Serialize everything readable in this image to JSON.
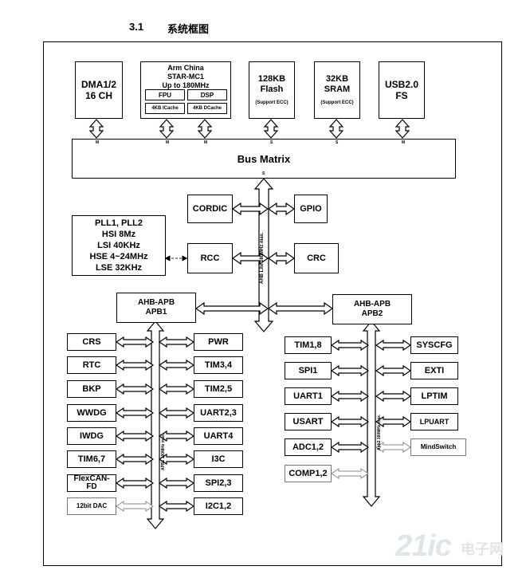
{
  "section": {
    "number": "3.1",
    "title": "系统框图"
  },
  "top_blocks": {
    "dma": "DMA1/2\n16 CH",
    "cpu": {
      "line1": "Arm China",
      "line2": "STAR-MC1",
      "line3": "Up to 180MHz",
      "fpu": "FPU",
      "dsp": "DSP",
      "icache": "4KB ICache",
      "dcache": "4KB DCache"
    },
    "flash": {
      "main": "128KB\nFlash",
      "note": "(Support ECC)"
    },
    "sram": {
      "main": "32KB\nSRAM",
      "note": "(Support ECC)"
    },
    "usb": "USB2.0\nFS"
  },
  "bus_matrix": {
    "label": "Bus Matrix",
    "port_m": "M",
    "port_s": "S"
  },
  "clock": {
    "lines": [
      "PLL1, PLL2",
      "HSI 8Mz",
      "LSI 40KHz",
      "HSE 4~24MHz",
      "LSE 32KHz"
    ]
  },
  "ahb": {
    "cordic": "CORDIC",
    "gpio": "GPIO",
    "rcc": "RCC",
    "crc": "CRC",
    "bus_label": "AHB Lite 180MHz max."
  },
  "apb1": {
    "bridge": "AHB-APB\nAPB1",
    "bus_label": "APB1 180MHz max.",
    "left": [
      "CRS",
      "RTC",
      "BKP",
      "WWDG",
      "IWDG",
      "TIM6,7",
      "FlexCAN-\nFD",
      "12bit DAC"
    ],
    "right": [
      "PWR",
      "TIM3,4",
      "TIM2,5",
      "UART2,3",
      "UART4",
      "I3C",
      "SPI2,3",
      "I2C1,2"
    ]
  },
  "apb2": {
    "bridge": "AHB-APB\nAPB2",
    "bus_label": "Apb2 180MHz max.",
    "left": [
      "TIM1,8",
      "SPI1",
      "UART1",
      "USART",
      "ADC1,2",
      "COMP1,2"
    ],
    "right": [
      "SYSCFG",
      "EXTI",
      "LPTIM",
      "LPUART",
      "MindSwitch"
    ]
  },
  "watermark": {
    "brand": "21ic",
    "cn": "电子网"
  },
  "colors": {
    "line": "#000000",
    "gray": "#777777",
    "watermark": "#dfe6ea"
  }
}
